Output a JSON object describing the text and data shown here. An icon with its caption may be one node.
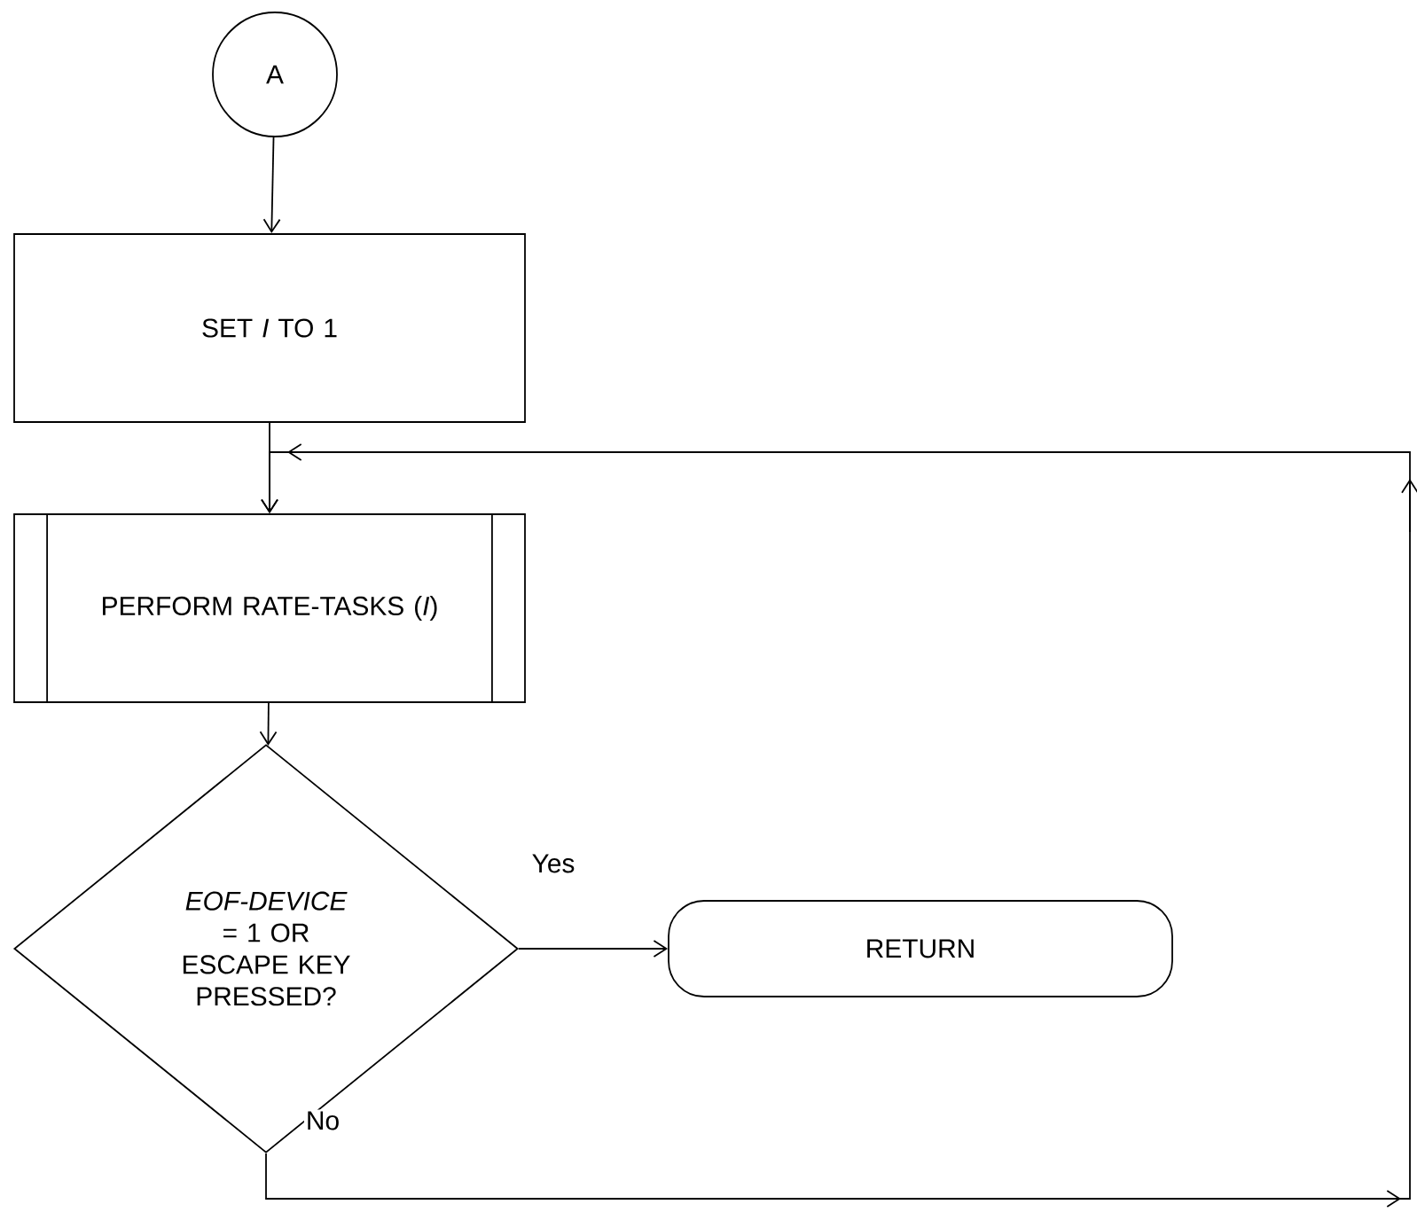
{
  "diagram": {
    "nodes": [
      {
        "text": [
          "A"
        ]
      },
      {
        "text": [
          "SET *I* TO 1"
        ]
      },
      {
        "text": [
          "PERFORM RATE-TASKS (*I*)"
        ]
      },
      {
        "text": [
          "*EOF-DEVICE* = 1 OR ESCAPE KEY PRESSED?"
        ]
      },
      {
        "text": [
          "RETURN"
        ]
      }
    ],
    "edges": [
      {
        "from": 0,
        "to": 1,
        "arrow": "to"
      },
      {
        "from": 1,
        "to": 2,
        "arrow": "to"
      },
      {
        "from": 2,
        "to": 3,
        "arrow": "to"
      },
      {
        "from": 3,
        "to": 4,
        "arrow": "to",
        "label": "Yes"
      },
      {
        "from": 3,
        "to": 2,
        "arrow": "to",
        "label": "No"
      }
    ]
  }
}
